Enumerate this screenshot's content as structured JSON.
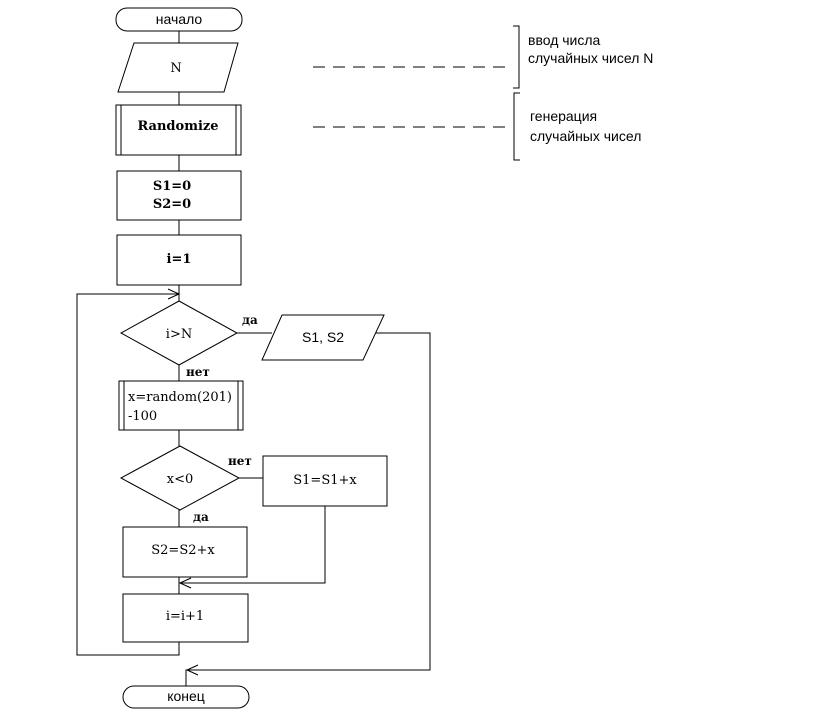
{
  "flowchart": {
    "start_label": "начало",
    "input_label": "N",
    "randomize_label": "Randomize",
    "init_s1": "S1=0",
    "init_s2": "S2=0",
    "init_i": "i=1",
    "decision_loop": "i>N",
    "decision_loop_yes": "да",
    "decision_loop_no": "нет",
    "output_label": "S1, S2",
    "random_line1": "x=random(201)",
    "random_line2": "-100",
    "decision_sign": "x<0",
    "decision_sign_yes": "да",
    "decision_sign_no": "нет",
    "s1_update": "S1=S1+x",
    "s2_update": "S2=S2+x",
    "increment": "i=i+1",
    "end_label": "конец"
  },
  "comments": {
    "input_line1": "ввод числа",
    "input_line2": "случайных чисел N",
    "random_line1": "генерация",
    "random_line2": "случайных чисел"
  }
}
